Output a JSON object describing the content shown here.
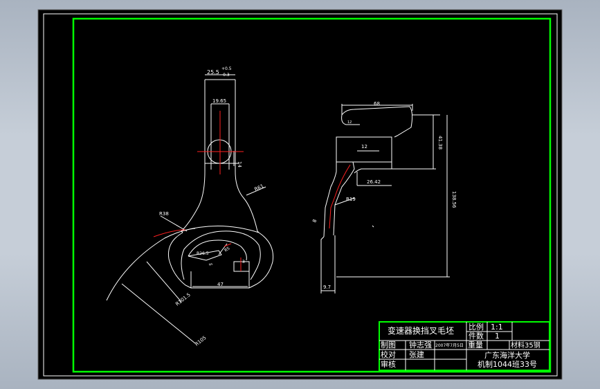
{
  "drawing": {
    "dimensions": {
      "width_25_5": "25.5",
      "tol_upper": "+0.5",
      "tol_lower": "-0.3",
      "width_19_65": "19.65",
      "d14": "14",
      "r61": "R61",
      "r38": "R38",
      "r26_5": "R26.5",
      "r5": "R5",
      "d5": "5",
      "d3": "3",
      "d47": "47",
      "r101_5": "R101.5",
      "r105": "R105",
      "d68": "68",
      "d12_small": "12",
      "d41_38": "41.38",
      "d12": "12",
      "d26_42": "26.42",
      "d138_56": "138.56",
      "r19": "R19",
      "d8": "8",
      "d9_7": "9.7"
    }
  },
  "title_block": {
    "title": "变速器换挡叉毛坯",
    "scale_label": "比例",
    "scale_value": "1:1",
    "count_label": "件数",
    "count_value": "1",
    "drawn_label": "制图",
    "drawn_by": "钟志强",
    "drawn_date": "2007年7月5日",
    "weight_label": "重量",
    "material": "材料35钢",
    "checked_label": "校对",
    "checked_by": "张建",
    "reviewed_label": "审核",
    "school": "广东海洋大学",
    "class": "机制1044班33号"
  },
  "colors": {
    "frame": "#00ff00",
    "lines": "#ffffff",
    "center": "#ff2020",
    "background": "#000000"
  }
}
